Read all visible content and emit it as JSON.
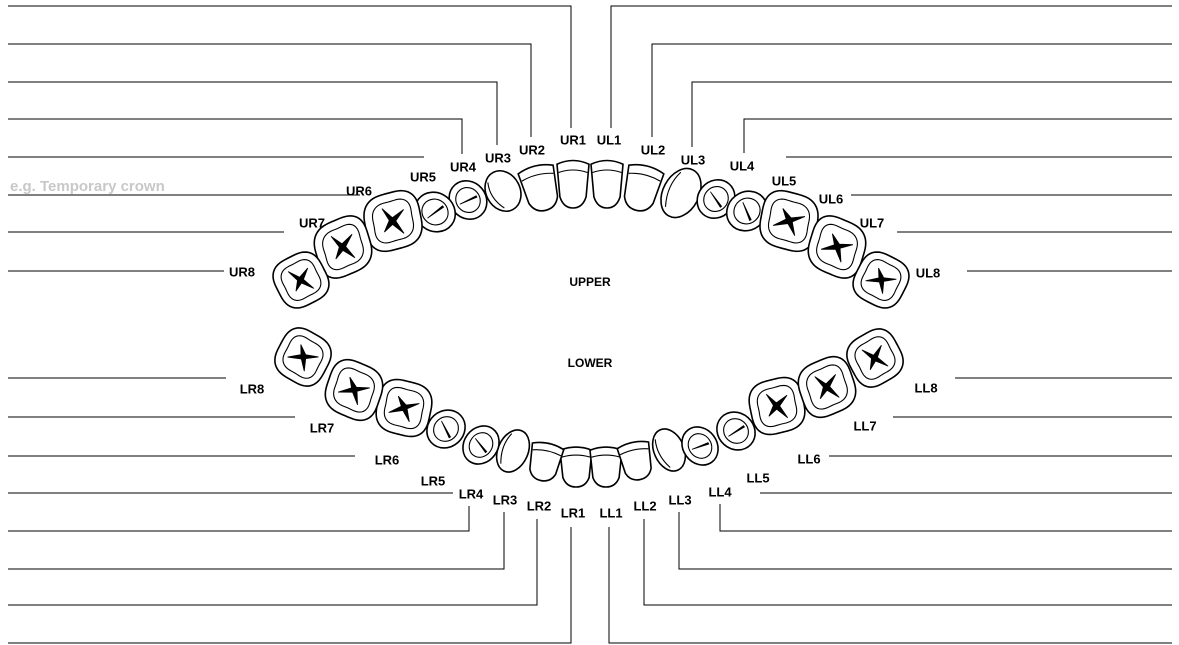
{
  "jaws": {
    "upper_label": "UPPER",
    "lower_label": "LOWER"
  },
  "note_placeholder": "e.g. Temporary crown",
  "teeth": {
    "upper_right": [
      "UR1",
      "UR2",
      "UR3",
      "UR4",
      "UR5",
      "UR6",
      "UR7",
      "UR8"
    ],
    "upper_left": [
      "UL1",
      "UL2",
      "UL3",
      "UL4",
      "UL5",
      "UL6",
      "UL7",
      "UL8"
    ],
    "lower_right": [
      "LR1",
      "LR2",
      "LR3",
      "LR4",
      "LR5",
      "LR6",
      "LR7",
      "LR8"
    ],
    "lower_left": [
      "LL1",
      "LL2",
      "LL3",
      "LL4",
      "LL5",
      "LL6",
      "LL7",
      "LL8"
    ]
  },
  "notes": {
    "UR1": "",
    "UR2": "",
    "UR3": "",
    "UR4": "",
    "UR5": "",
    "UR6": "",
    "UR7": "",
    "UR8": "",
    "UL1": "",
    "UL2": "",
    "UL3": "",
    "UL4": "",
    "UL5": "",
    "UL6": "",
    "UL7": "",
    "UL8": "",
    "LR1": "",
    "LR2": "",
    "LR3": "",
    "LR4": "",
    "LR5": "",
    "LR6": "",
    "LR7": "",
    "LR8": "",
    "LL1": "",
    "LL2": "",
    "LL3": "",
    "LL4": "",
    "LL5": "",
    "LL6": "",
    "LL7": "",
    "LL8": ""
  }
}
